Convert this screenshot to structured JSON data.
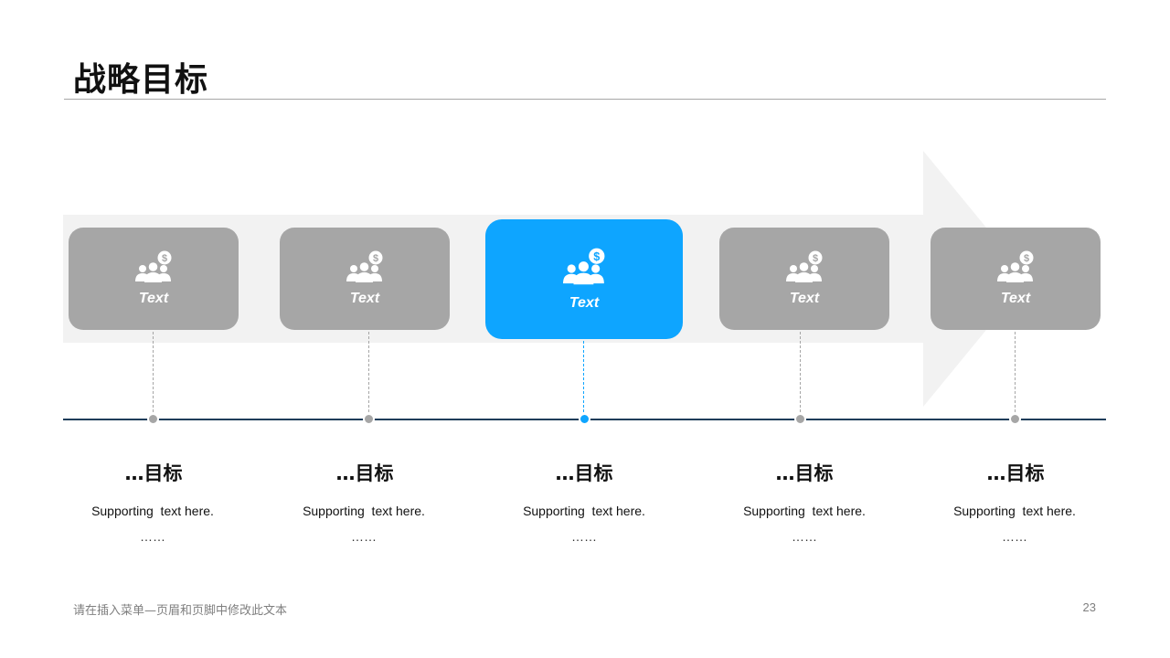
{
  "slide": {
    "title": "战略目标",
    "footer_text": "请在插入菜单—页眉和页脚中修改此文本",
    "page_number": "23"
  },
  "colors": {
    "card_gray": "#a6a6a6",
    "card_active": "#0ea5ff",
    "arrow_fill": "#f2f2f2",
    "timeline": "#1f3d5a"
  },
  "steps": [
    {
      "icon": "team-money-icon",
      "label": "Text",
      "goal": "…目标",
      "support": "Supporting  text here.",
      "ellipsis": "……",
      "active": false
    },
    {
      "icon": "team-money-icon",
      "label": "Text",
      "goal": "…目标",
      "support": "Supporting  text here.",
      "ellipsis": "……",
      "active": false
    },
    {
      "icon": "team-money-icon",
      "label": "Text",
      "goal": "…目标",
      "support": "Supporting  text here.",
      "ellipsis": "……",
      "active": true
    },
    {
      "icon": "team-money-icon",
      "label": "Text",
      "goal": "…目标",
      "support": "Supporting  text here.",
      "ellipsis": "……",
      "active": false
    },
    {
      "icon": "team-money-icon",
      "label": "Text",
      "goal": "…目标",
      "support": "Supporting  text here.",
      "ellipsis": "……",
      "active": false
    }
  ]
}
